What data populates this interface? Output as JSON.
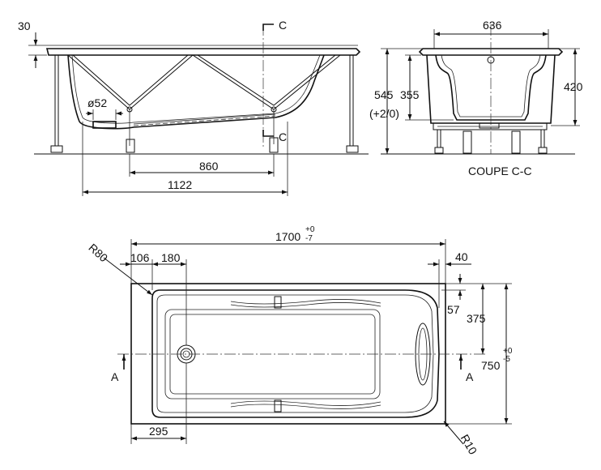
{
  "dimensions": {
    "top_flange": "30",
    "drain_diameter": "ø52",
    "leg_spacing": "860",
    "leg_to_end": "1122",
    "section_marker": "C",
    "section_width": "636",
    "overall_height": "545",
    "height_tolerance": "(+2/0)",
    "inner_depth": "355",
    "rim_height": "420",
    "section_title": "COUPE C-C",
    "total_length": "1700",
    "length_tol_plus": "+0",
    "length_tol_minus": "-7",
    "corner_radius_large": "R80",
    "offset_106": "106",
    "offset_180": "180",
    "offset_40": "40",
    "offset_57": "57",
    "half_width": "375",
    "total_width": "750",
    "width_tol_plus": "+0",
    "width_tol_minus": "-5",
    "drain_offset": "295",
    "corner_radius_small": "R10",
    "section_a": "A"
  }
}
